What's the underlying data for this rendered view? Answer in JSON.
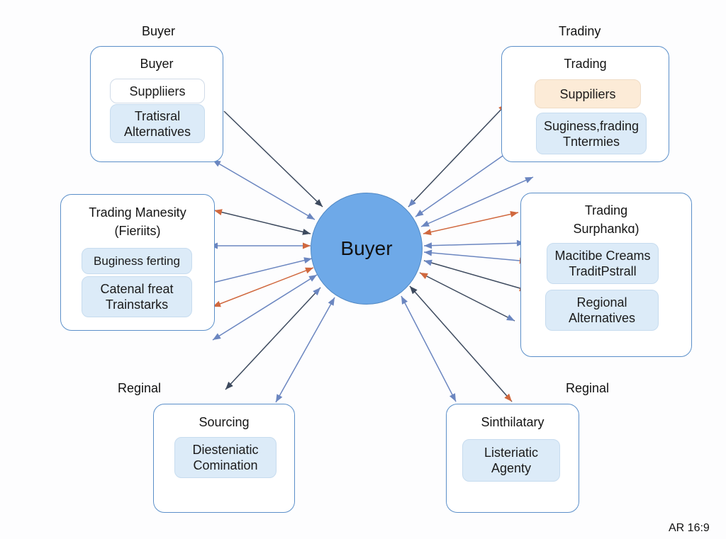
{
  "hub": {
    "label": "Buyer"
  },
  "group_labels": {
    "top_left": "Buyer",
    "top_right": "Tradiny",
    "bottom_left": "Reginal",
    "bottom_right": "Reginal"
  },
  "panels": {
    "buyer": {
      "title": "Buyer",
      "items": [
        {
          "lines": [
            "Suppliiers"
          ],
          "style": "white"
        },
        {
          "lines": [
            "Tratisral",
            "Alternatives"
          ],
          "style": "blue"
        }
      ]
    },
    "trading": {
      "title": "Trading",
      "items": [
        {
          "lines": [
            "Suppiliers"
          ],
          "style": "peach"
        },
        {
          "lines": [
            "Suginess,frading",
            "Tntermies"
          ],
          "style": "blue"
        }
      ]
    },
    "trading_manesity": {
      "title_lines": [
        "Trading Manesity",
        "(Fieriits)"
      ],
      "items": [
        {
          "lines": [
            "Buginess ferting"
          ],
          "style": "blue"
        },
        {
          "lines": [
            "Catenal freat",
            "Trainstarks"
          ],
          "style": "blue"
        }
      ]
    },
    "trading_surphank": {
      "title_lines": [
        "Trading",
        "Surphankɑ)"
      ],
      "items": [
        {
          "lines": [
            "Macitibe Creams",
            "TraditPstrall"
          ],
          "style": "blue"
        },
        {
          "lines": [
            "Regional",
            "Alternatives"
          ],
          "style": "blue"
        }
      ]
    },
    "sourcing": {
      "title": "Sourcing",
      "items": [
        {
          "lines": [
            "Diesteniatic",
            "Comination"
          ],
          "style": "blue"
        }
      ]
    },
    "sinthilatary": {
      "title": "Sinthilatary",
      "items": [
        {
          "lines": [
            "Listeriatic",
            "Agenty"
          ],
          "style": "blue"
        }
      ]
    }
  },
  "footer": {
    "aspect_label": "AR 16:9"
  },
  "colors": {
    "hub_fill": "#6ea9e8",
    "panel_border": "#5b8fc9",
    "arrow_dark": "#3d4a5e",
    "arrow_blue": "#6b86c0",
    "arrow_orange": "#d0683e"
  },
  "connections": [
    {
      "to": "buyer",
      "start_head": "none",
      "end_head": "dark",
      "color": "dark"
    },
    {
      "to": "buyer",
      "start_head": "blue",
      "end_head": "blue",
      "color": "blue"
    },
    {
      "to": "trading_manesity",
      "start_head": "orange",
      "end_head": "dark",
      "color": "dark"
    },
    {
      "to": "trading_manesity",
      "start_head": "blue",
      "end_head": "orange",
      "color": "blue"
    },
    {
      "to": "trading_manesity",
      "start_head": "orange",
      "end_head": "blue",
      "color": "blue"
    },
    {
      "to": "trading_manesity",
      "start_head": "orange",
      "end_head": "orange",
      "color": "orange"
    },
    {
      "to": "trading",
      "start_head": "orange",
      "end_head": "blue",
      "color": "dark"
    },
    {
      "to": "trading",
      "start_head": "blue",
      "end_head": "blue",
      "color": "blue"
    },
    {
      "to": "trading_surphank",
      "start_head": "blue",
      "end_head": "blue",
      "color": "blue"
    },
    {
      "to": "trading_surphank",
      "start_head": "orange",
      "end_head": "orange",
      "color": "orange"
    },
    {
      "to": "trading_surphank",
      "start_head": "blue",
      "end_head": "blue",
      "color": "blue"
    },
    {
      "to": "trading_surphank",
      "start_head": "orange",
      "end_head": "blue",
      "color": "blue"
    },
    {
      "to": "trading_surphank",
      "start_head": "orange",
      "end_head": "blue",
      "color": "dark"
    },
    {
      "to": "trading_surphank",
      "start_head": "blue",
      "end_head": "orange",
      "color": "dark"
    },
    {
      "to": "sourcing",
      "start_head": "blue",
      "end_head": "blue",
      "color": "blue"
    },
    {
      "to": "sourcing",
      "start_head": "dark",
      "end_head": "blue",
      "color": "dark"
    },
    {
      "to": "sourcing",
      "start_head": "blue",
      "end_head": "blue",
      "color": "blue"
    },
    {
      "to": "sinthilatary",
      "start_head": "blue",
      "end_head": "blue",
      "color": "blue"
    },
    {
      "to": "sinthilatary",
      "start_head": "orange",
      "end_head": "dark",
      "color": "dark"
    }
  ]
}
